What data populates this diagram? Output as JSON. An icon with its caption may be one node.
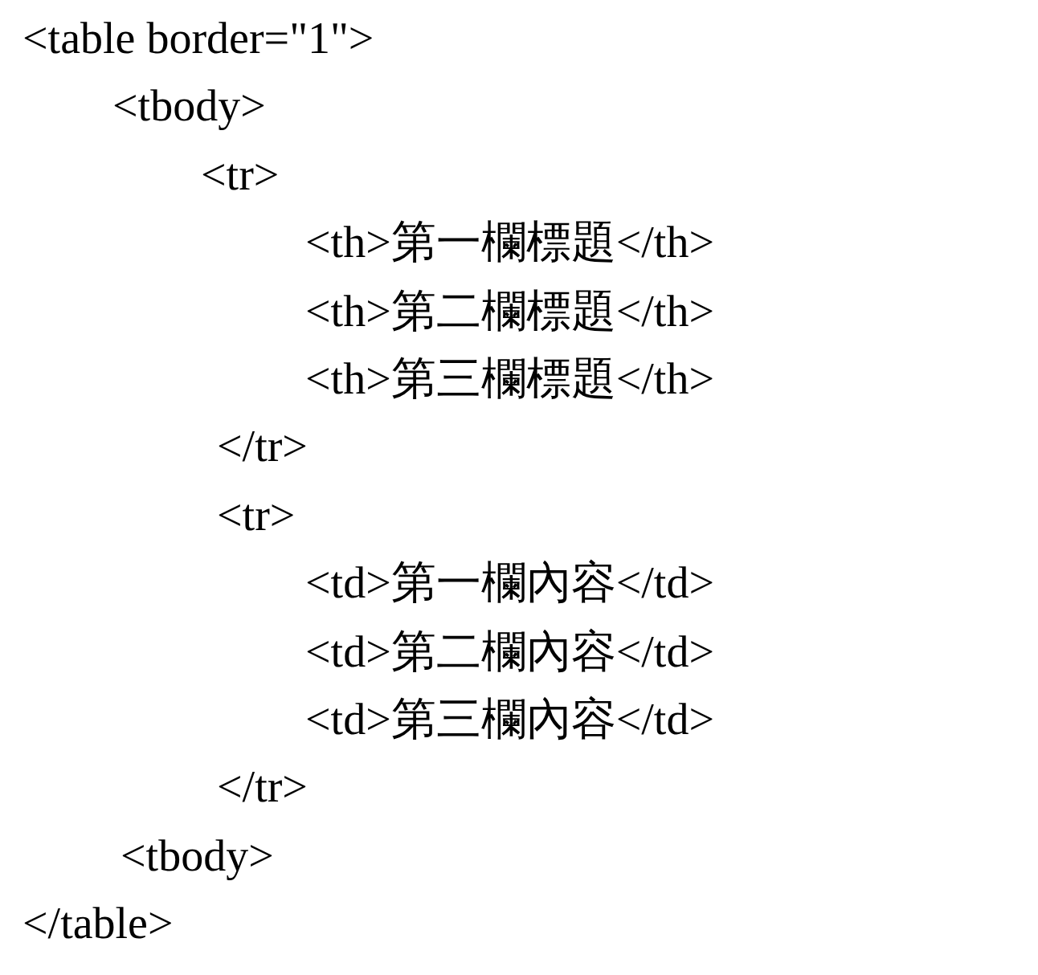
{
  "diagram": {
    "labels": [
      "<table border=\"1\">",
      "<tbody>",
      "<tr>",
      "<th>第一欄標題</th>",
      "<th>第二欄標題</th>",
      "<th>第三欄標題</th>",
      "</tr>",
      "<tr>",
      "<td>第一欄內容</td>",
      "<td>第二欄內容</td>",
      "<td>第三欄內容</td>",
      "</tr>",
      "<tbody>",
      "</table>"
    ]
  }
}
